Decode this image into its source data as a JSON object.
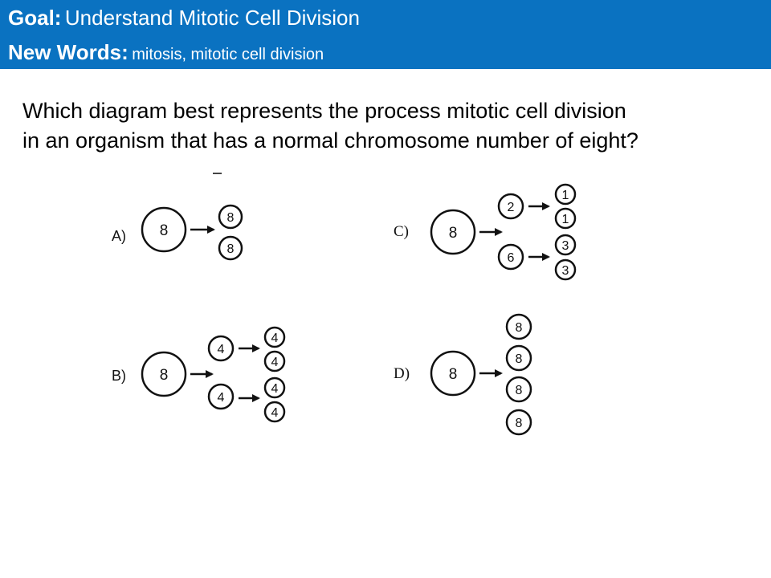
{
  "header": {
    "goal_label": "Goal:",
    "goal_text": "Understand Mitotic Cell Division",
    "words_label": "New Words:",
    "words_text": "mitosis, mitotic cell division"
  },
  "question": {
    "line1": "Which diagram best represents the process mitotic cell division",
    "line2": "in an organism that has a normal chromosome number of eight?"
  },
  "options": {
    "a": {
      "label": "A)",
      "parent": "8",
      "daughters": [
        "8",
        "8"
      ]
    },
    "b": {
      "label": "B)",
      "parent": "8",
      "middle": [
        "4",
        "4"
      ],
      "daughters": [
        "4",
        "4",
        "4",
        "4"
      ]
    },
    "c": {
      "label": "C)",
      "parent": "8",
      "middle": [
        "2",
        "6"
      ],
      "daughters": [
        "1",
        "1",
        "3",
        "3"
      ]
    },
    "d": {
      "label": "D)",
      "parent": "8",
      "daughters": [
        "8",
        "8",
        "8",
        "8"
      ]
    }
  }
}
